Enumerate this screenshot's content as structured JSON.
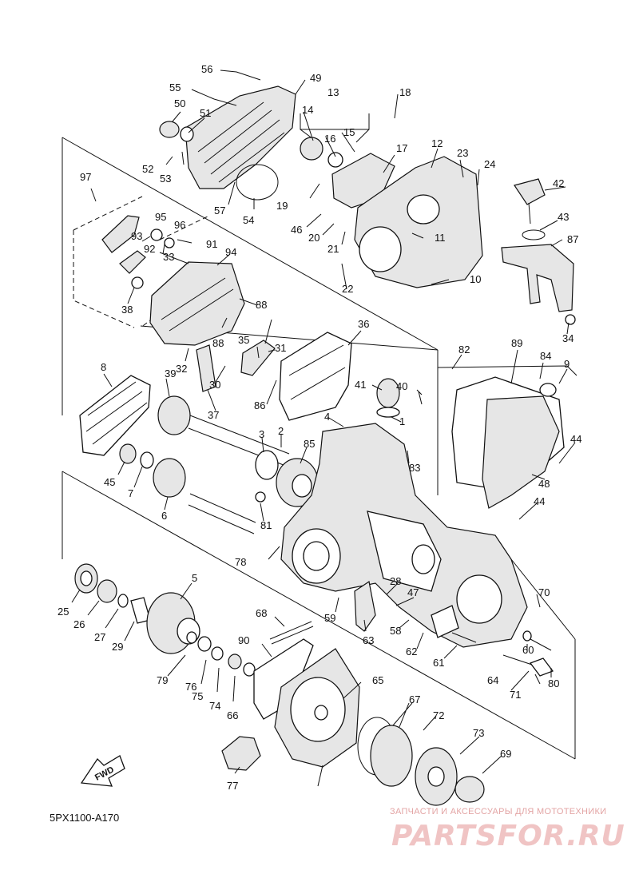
{
  "diagram": {
    "reference_code": "5PX1100-A170",
    "fwd_label": "FWD",
    "watermark": {
      "tagline": "ЗАПЧАСТИ И АКСЕССУАРЫ ДЛЯ МОТОТЕХНИКИ",
      "logo": "PARTSFOR.RU",
      "color": "#f0c4c4"
    },
    "callouts": [
      "56",
      "55",
      "49",
      "50",
      "51",
      "13",
      "14",
      "15",
      "16",
      "18",
      "52",
      "53",
      "57",
      "54",
      "17",
      "12",
      "23",
      "24",
      "42",
      "43",
      "19",
      "46",
      "20",
      "21",
      "11",
      "22",
      "10",
      "87",
      "97",
      "95",
      "96",
      "93",
      "91",
      "92",
      "33",
      "94",
      "38",
      "88",
      "34",
      "36",
      "35",
      "31",
      "32",
      "30",
      "37",
      "86",
      "82",
      "89",
      "84",
      "9",
      "8",
      "39",
      "41",
      "40",
      "1",
      "4",
      "2",
      "3",
      "85",
      "83",
      "44",
      "45",
      "7",
      "6",
      "81",
      "48",
      "78",
      "5",
      "25",
      "26",
      "27",
      "29",
      "28",
      "47",
      "59",
      "70",
      "68",
      "90",
      "63",
      "58",
      "62",
      "61",
      "60",
      "80",
      "79",
      "76",
      "75",
      "74",
      "66",
      "65",
      "64",
      "71",
      "67",
      "72",
      "73",
      "69",
      "77"
    ]
  }
}
